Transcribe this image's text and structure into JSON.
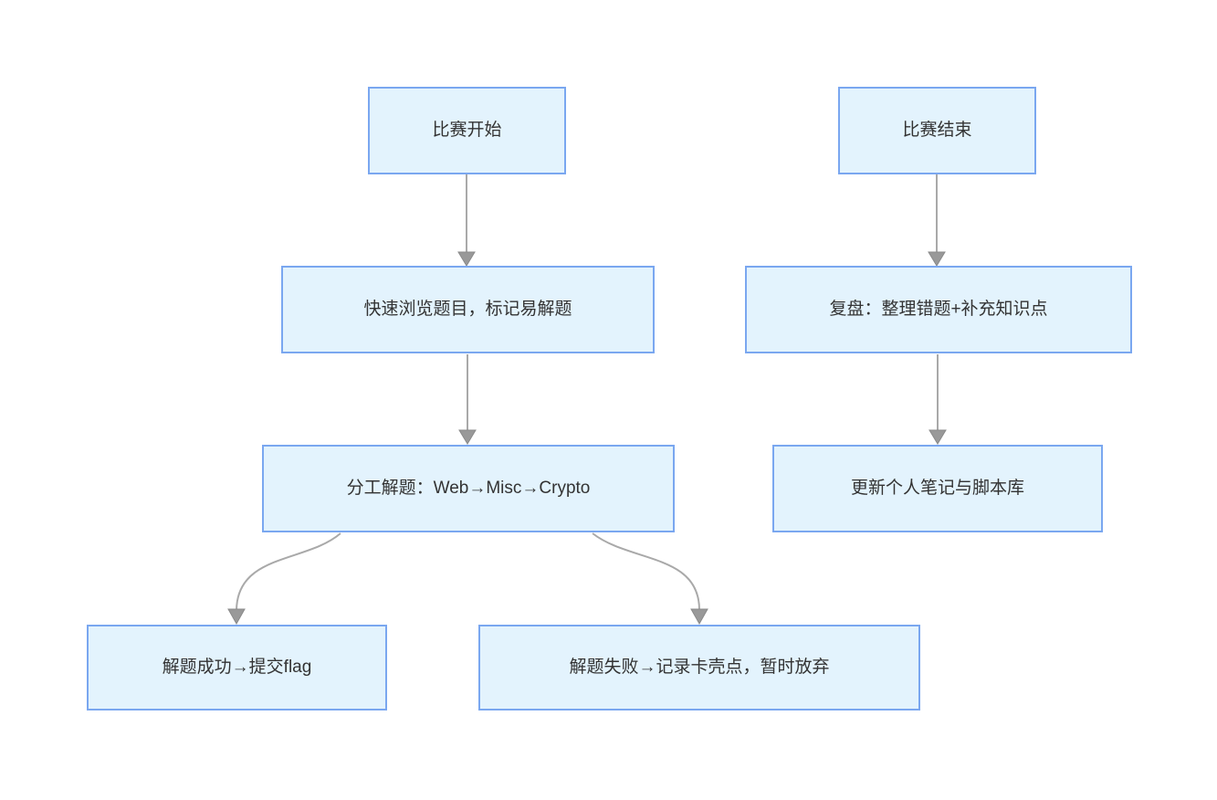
{
  "diagram": {
    "title": "CTF competition workflow flowchart",
    "colors": {
      "background": "#ffffff",
      "node_fill": "#e3f3fd",
      "node_border": "#7aa7f0",
      "text_color": "#333333",
      "edge_color": "#a9a9a9",
      "arrowhead_fill": "#999999",
      "arrowhead_stroke": "#8a8a8a"
    },
    "nodes": [
      {
        "id": "start",
        "label": "比赛开始"
      },
      {
        "id": "browse",
        "label": "快速浏览题目，标记易解题"
      },
      {
        "id": "divide",
        "label": "分工解题：Web→Misc→Crypto"
      },
      {
        "id": "success",
        "label": "解题成功→提交flag"
      },
      {
        "id": "fail",
        "label": "解题失败→记录卡壳点，暂时放弃"
      },
      {
        "id": "end",
        "label": "比赛结束"
      },
      {
        "id": "review",
        "label": "复盘：整理错题+补充知识点"
      },
      {
        "id": "update",
        "label": "更新个人笔记与脚本库"
      }
    ],
    "edges": [
      {
        "from": "start",
        "to": "browse",
        "style": "straight-arrow"
      },
      {
        "from": "browse",
        "to": "divide",
        "style": "straight-arrow"
      },
      {
        "from": "divide",
        "to": "success",
        "style": "curved-arrow"
      },
      {
        "from": "divide",
        "to": "fail",
        "style": "curved-arrow"
      },
      {
        "from": "end",
        "to": "review",
        "style": "straight-arrow"
      },
      {
        "from": "review",
        "to": "update",
        "style": "straight-arrow"
      }
    ]
  }
}
